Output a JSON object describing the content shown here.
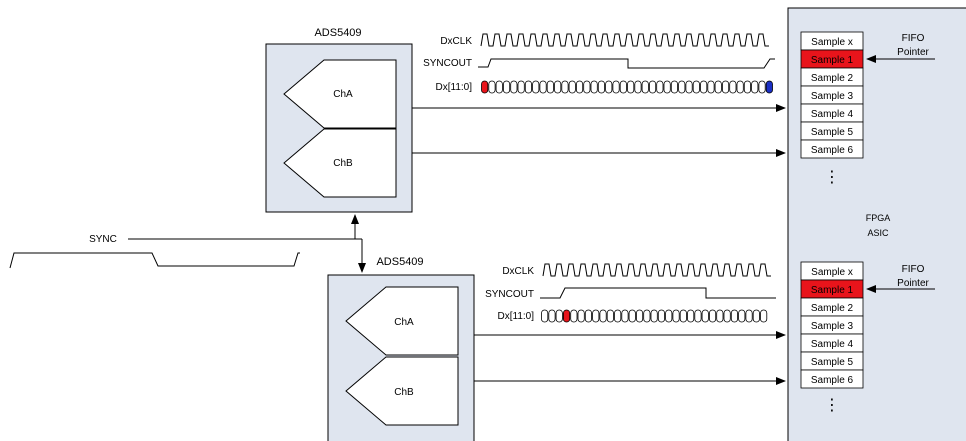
{
  "title": "",
  "adc_top": {
    "name": "ADS5409",
    "channels": [
      "ChA",
      "ChB"
    ],
    "timing": {
      "clk_label": "DxCLK",
      "sync_label": "SYNCOUT",
      "data_label": "Dx[11:0]"
    }
  },
  "adc_bottom": {
    "name": "ADS5409",
    "channels": [
      "ChA",
      "ChB"
    ],
    "timing": {
      "clk_label": "DxCLK",
      "sync_label": "SYNCOUT",
      "data_label": "Dx[11:0]"
    }
  },
  "sync": {
    "label": "SYNC"
  },
  "fpga": {
    "line1": "FPGA",
    "line2": "ASIC"
  },
  "fifo_top": {
    "pointer_line1": "FIFO",
    "pointer_line2": "Pointer",
    "samples": [
      "Sample x",
      "Sample 1",
      "Sample 2",
      "Sample 3",
      "Sample 4",
      "Sample 5",
      "Sample 6"
    ],
    "highlight_index": 1,
    "ellipsis": "⋮"
  },
  "fifo_bottom": {
    "pointer_line1": "FIFO",
    "pointer_line2": "Pointer",
    "samples": [
      "Sample x",
      "Sample 1",
      "Sample 2",
      "Sample 3",
      "Sample 4",
      "Sample 5",
      "Sample 6"
    ],
    "highlight_index": 1,
    "ellipsis": "⋮"
  },
  "colors": {
    "block_fill": "#dfe5ef",
    "highlight": "#e8141b",
    "data_end": "#1b2fc4",
    "line": "#000000"
  }
}
